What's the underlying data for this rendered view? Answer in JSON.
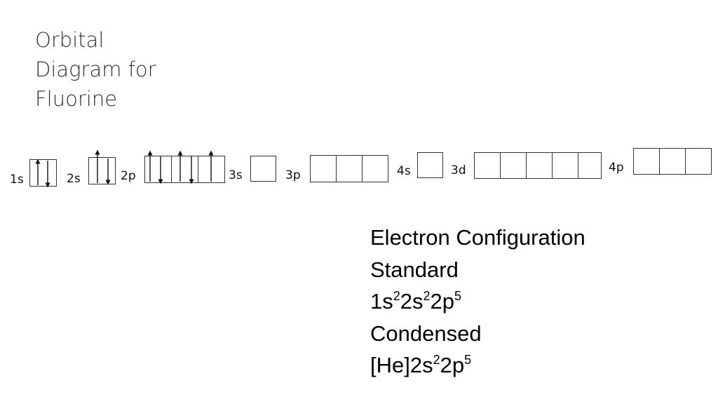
{
  "title_lines": [
    "Orbital",
    "Diagram for",
    "Fluorine"
  ],
  "orbital_labels": {
    "s1": "1s",
    "s2": "2s",
    "p2": "2p",
    "s3": "3s",
    "p3": "3p",
    "s4": "4s",
    "d3": "3d",
    "p4": "4p"
  },
  "orbitals": [
    {
      "label": "1s",
      "electrons": [
        "up",
        "down"
      ]
    },
    {
      "label": "2s",
      "electrons": [
        "up",
        "down"
      ]
    },
    {
      "label": "2p",
      "electrons": [
        [
          "up",
          "down"
        ],
        [
          "up",
          "down"
        ],
        [
          "up"
        ]
      ]
    },
    {
      "label": "3s",
      "electrons": []
    },
    {
      "label": "3p",
      "electrons": [
        [],
        [],
        []
      ]
    },
    {
      "label": "4s",
      "electrons": []
    },
    {
      "label": "3d",
      "electrons": [
        [],
        [],
        [],
        [],
        []
      ]
    },
    {
      "label": "4p",
      "electrons": [
        [],
        [],
        []
      ]
    }
  ],
  "config": {
    "heading": "Electron Configuration",
    "standard_label": "Standard",
    "standard": {
      "a": "1s",
      "a_sup": "2",
      "b": "2s",
      "b_sup": "2",
      "c": "2p",
      "c_sup": "5"
    },
    "condensed_label": "Condensed",
    "condensed": {
      "a": "[He]2s",
      "a_sup": "2",
      "b": "2p",
      "b_sup": "5"
    }
  }
}
